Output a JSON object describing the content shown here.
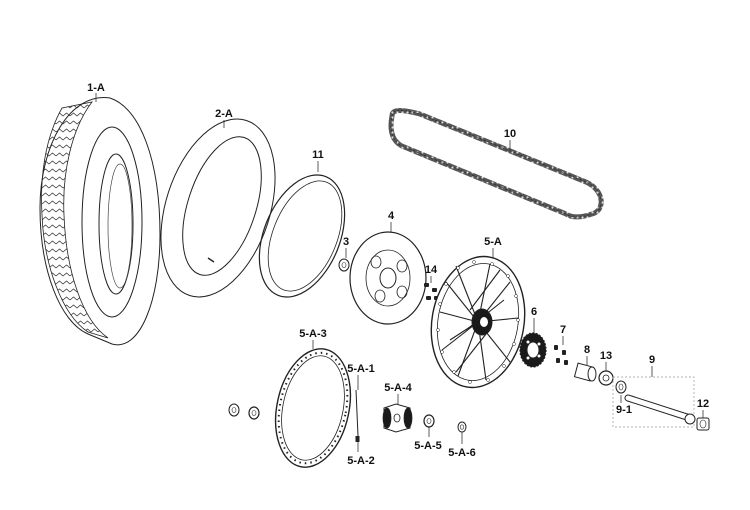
{
  "colors": {
    "line": "#222222",
    "fill_light": "#e6e6e6",
    "fill_dark": "#1a1a1a",
    "background": "#ffffff"
  },
  "labels": {
    "tire": "1-A",
    "tube": "2-A",
    "rim_band": "11",
    "chain": "10",
    "spacer": "3",
    "brake_disc": "4",
    "wheel": "5-A",
    "bolts": "14",
    "sprocket": "6",
    "sprocket_bolts": "7",
    "collar": "8",
    "bearing": "13",
    "axle": "9",
    "axle_nut": "12",
    "axle_washer": "9-1",
    "rim": "5-A-3",
    "spoke": "5-A-1",
    "nipple": "5-A-2",
    "hub": "5-A-4",
    "hub_bearing": "5-A-5",
    "seal": "5-A-6"
  }
}
